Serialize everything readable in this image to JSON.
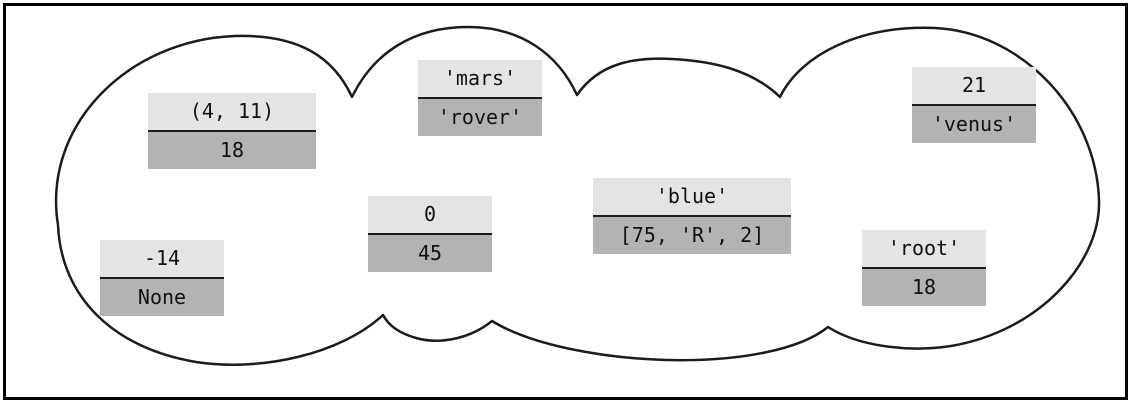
{
  "colors": {
    "key_bg": "#e4e4e4",
    "value_bg": "#b3b3b3",
    "outline": "#1c1c1c",
    "frame_border": "#000000"
  },
  "entries": [
    {
      "key": "(4, 11)",
      "value": "18"
    },
    {
      "key": "'mars'",
      "value": "'rover'"
    },
    {
      "key": "21",
      "value": "'venus'"
    },
    {
      "key": "-14",
      "value": "None"
    },
    {
      "key": "0",
      "value": "45"
    },
    {
      "key": "'blue'",
      "value": "[75, 'R', 2]"
    },
    {
      "key": "'root'",
      "value": "18"
    }
  ]
}
